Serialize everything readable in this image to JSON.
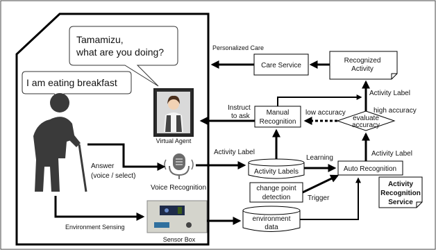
{
  "bubbles": {
    "agent_line1": "Tamamizu,",
    "agent_line2": "what are you doing?",
    "person": "I am eating breakfast"
  },
  "labels": {
    "personalized_care": "Personalized Care",
    "care_service": "Care Service",
    "recognized_activity_line1": "Recognized",
    "recognized_activity_line2": "Activity",
    "activity_label_top": "Activity Label",
    "instruct_line1": "Instruct",
    "instruct_line2": "to ask",
    "manual_line1": "Manual",
    "manual_line2": "Recognition",
    "low_accuracy": "low accuracy",
    "high_accuracy": "high accuracy",
    "evaluate_line1": "evaluate",
    "evaluate_line2": "accuracy",
    "virtual_agent": "Virtual Agent",
    "activity_label_left": "Activity Label",
    "learning": "Learning",
    "activity_label_right": "Activity Label",
    "answer_line1": "Answer",
    "answer_line2": "(voice / select)",
    "activity_labels_db": "Activity Labels",
    "auto_recognition": "Auto Recognition",
    "voice_recognition": "Voice Recognition",
    "change_point_line1": "change point",
    "change_point_line2": "detection",
    "trigger": "Trigger",
    "service_line1": "Activity",
    "service_line2": "Recognition",
    "service_line3": "Service",
    "environment_sensing": "Environment Sensing",
    "environment_line1": "environment",
    "environment_line2": "data",
    "sensor_box": "Sensor Box"
  }
}
